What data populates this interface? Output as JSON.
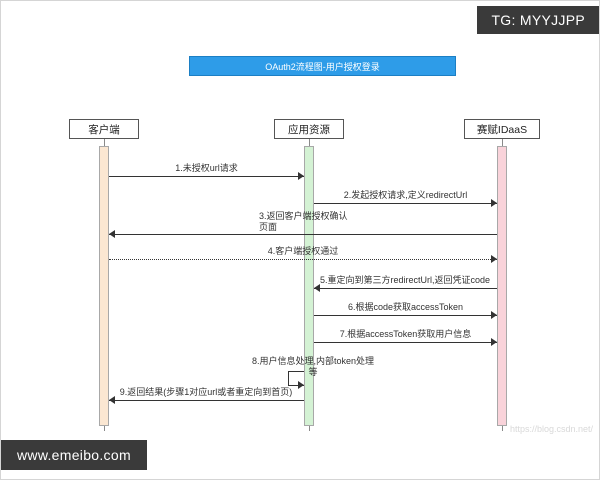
{
  "header": {
    "tg_badge": "TG: MYYJJPP"
  },
  "title": {
    "text": "OAuth2流程图-用户授权登录"
  },
  "actors": [
    {
      "name": "客户端"
    },
    {
      "name": "应用资源"
    },
    {
      "name": "赛赋IDaaS"
    }
  ],
  "messages": [
    {
      "label": "1.未授权url请求",
      "from": "客户端",
      "to": "应用资源",
      "line": "solid"
    },
    {
      "label": "2.发起授权请求,定义redirectUrl",
      "from": "应用资源",
      "to": "赛赋IDaaS",
      "line": "solid"
    },
    {
      "label": "3.返回客户端授权确认页面",
      "from": "赛赋IDaaS",
      "to": "客户端",
      "line": "solid"
    },
    {
      "label": "4.客户端授权通过",
      "from": "客户端",
      "to": "赛赋IDaaS",
      "line": "dotted"
    },
    {
      "label": "5.重定向到第三方redirectUrl,返回凭证code",
      "from": "赛赋IDaaS",
      "to": "应用资源",
      "line": "solid"
    },
    {
      "label": "6.根据code获取accessToken",
      "from": "应用资源",
      "to": "赛赋IDaaS",
      "line": "solid"
    },
    {
      "label": "7.根据accessToken获取用户信息",
      "from": "应用资源",
      "to": "赛赋IDaaS",
      "line": "solid"
    },
    {
      "label": "8.用户信息处理,内部token处理等",
      "from": "应用资源",
      "to": "应用资源",
      "line": "self"
    },
    {
      "label": "9.返回结果(步骤1对应url或者重定向到首页)",
      "from": "应用资源",
      "to": "客户端",
      "line": "solid"
    }
  ],
  "footer": {
    "site_badge": "www.emeibo.com",
    "watermark": "https://blog.csdn.net/"
  },
  "colors": {
    "title_bg": "#2e9ce8",
    "badge_bg": "#3a3a3a",
    "activation_client": "#fbe7d2",
    "activation_app": "#d4f2d4",
    "activation_idaas": "#f9d3da"
  }
}
